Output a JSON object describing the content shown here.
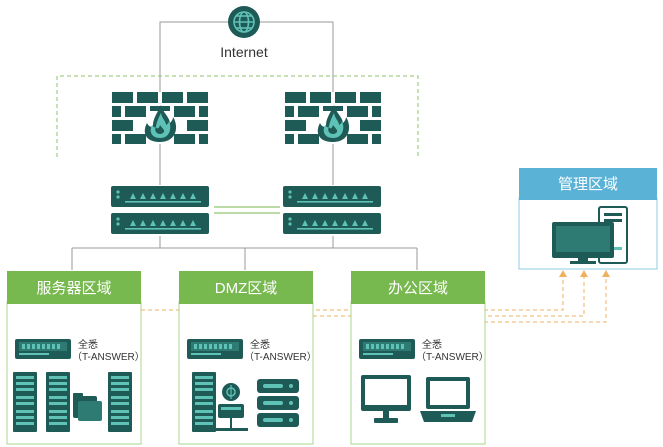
{
  "internet": {
    "label": "Internet"
  },
  "zones": {
    "server": {
      "title": "服务器区域",
      "device_name": "全悉",
      "device_model": "（T-ANSWER）"
    },
    "dmz": {
      "title": "DMZ区域",
      "device_name": "全悉",
      "device_model": "（T-ANSWER）"
    },
    "office": {
      "title": "办公区域",
      "device_name": "全悉",
      "device_model": "（T-ANSWER）"
    },
    "management": {
      "title": "管理区域"
    }
  },
  "colors": {
    "device_dark": "#1f5b56",
    "device_accent": "#5fc2b6",
    "zone_green": "#77b84f",
    "management_blue": "#5ab2d7",
    "link_gray": "#9a9a9a",
    "link_green_dashed": "#8cc56a",
    "link_orange_dashed": "#f0b060"
  }
}
